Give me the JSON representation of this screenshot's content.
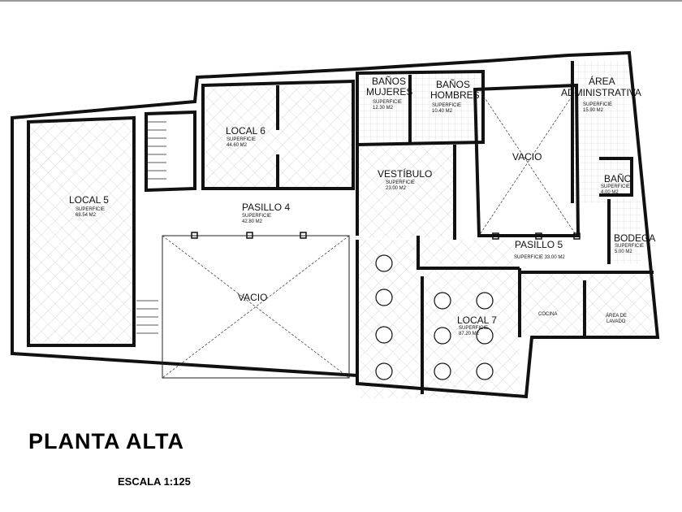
{
  "title": "PLANTA ALTA",
  "scale": "ESCALA 1:125",
  "area_label": "SUPERFICIE",
  "rooms": {
    "local5": {
      "name": "LOCAL 5",
      "area": "68.54 M2"
    },
    "local6": {
      "name": "LOCAL 6",
      "area": "44.60 M2"
    },
    "pasillo4": {
      "name": "PASILLO 4",
      "area": "42.80 M2"
    },
    "vacio_left": {
      "name": "VACIO"
    },
    "banos_mujeres": {
      "name1": "BAÑOS",
      "name2": "MUJERES",
      "area": "12.30 M2"
    },
    "banos_hombres": {
      "name1": "BAÑOS",
      "name2": "HOMBRES",
      "area": "10.40 M2"
    },
    "vestibulo": {
      "name": "VESTÍBULO",
      "area": "23.00 M2"
    },
    "vacio_right": {
      "name": "VACIO"
    },
    "admin": {
      "name1": "ÁREA",
      "name2": "ADMINISTRATIVA",
      "area": "15.90 M2"
    },
    "bano": {
      "name": "BAÑO",
      "area": "4.00 M2"
    },
    "bodega": {
      "name": "BODEGA",
      "area": "5.00 M2"
    },
    "pasillo5": {
      "name": "PASILLO 5",
      "area_full": "SUPERFICIE 33.00 M2"
    },
    "local7": {
      "name": "LOCAL 7",
      "area": "87.20 M2"
    },
    "cocina": {
      "name": "COCINA"
    },
    "lavado": {
      "name1": "ÁREA DE",
      "name2": "LAVADO"
    }
  }
}
